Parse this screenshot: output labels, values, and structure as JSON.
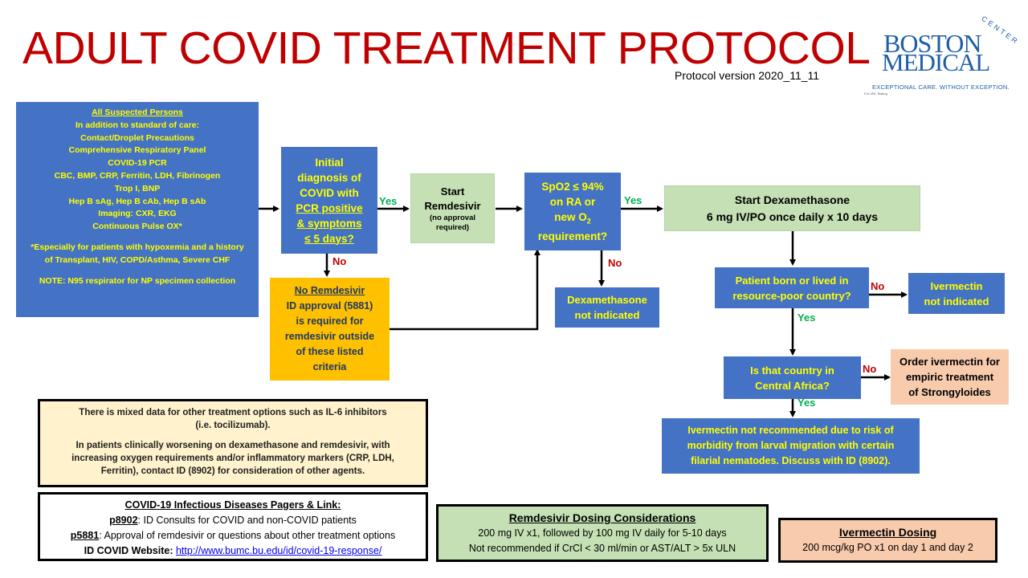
{
  "header": {
    "title": "ADULT COVID TREATMENT PROTOCOL",
    "version": "Protocol version 2020_11_11"
  },
  "logo": {
    "line1": "BOSTON",
    "line2": "MEDICAL",
    "arc": "CENTER",
    "tagline": "EXCEPTIONAL CARE. WITHOUT EXCEPTION.",
    "fine_print": "For URL Testing"
  },
  "suspected": {
    "heading": "All Suspected Persons",
    "lines": [
      "In addition to standard of care:",
      "Contact/Droplet Precautions",
      "Comprehensive Respiratory Panel",
      "COVID-19 PCR",
      "CBC, BMP, CRP, Ferritin, LDH, Fibrinogen",
      "Trop I, BNP",
      "Hep B sAg, Hep B cAb, Hep B sAb",
      "Imaging: CXR, EKG",
      "Continuous Pulse OX*"
    ],
    "especially": "*Especially for patients with hypoxemia and a history of Transplant, HIV, COPD/Asthma, Severe CHF",
    "note": "NOTE: N95 respirator for NP specimen collection"
  },
  "diagnosis": {
    "line1": "Initial",
    "line2": "diagnosis of",
    "line3": "COVID with",
    "line4": "PCR positive",
    "line5": "& symptoms",
    "line6": "≤ 5 days?"
  },
  "remdesivir_start": {
    "line1": "Start",
    "line2": "Remdesivir",
    "sub1": "(no approval",
    "sub2": "required)"
  },
  "spo2": {
    "line1": "SpO2 ≤ 94%",
    "line2": "on RA or",
    "line3a": "new O",
    "line3sub": "2",
    "line4": "requirement?"
  },
  "dexa_start": {
    "line1": "Start Dexamethasone",
    "line2": "6 mg IV/PO once daily x 10 days"
  },
  "no_remdesivir": {
    "heading": "No Remdesivir",
    "lines": [
      "ID approval (5881)",
      "is required for",
      "remdesivir outside",
      "of these listed",
      "criteria"
    ]
  },
  "dexa_not": {
    "line1": "Dexamethasone",
    "line2": "not indicated"
  },
  "resource_poor": {
    "line1": "Patient born or lived in",
    "line2": "resource-poor country?"
  },
  "ivermectin_not": {
    "line1": "Ivermectin",
    "line2": "not indicated"
  },
  "central_africa": {
    "line1": "Is that country in",
    "line2": "Central Africa?"
  },
  "order_ivermectin": {
    "line1": "Order ivermectin for",
    "line2": "empiric treatment",
    "line3": "of Strongyloides"
  },
  "ivermectin_not_recommended": {
    "line1": "Ivermectin not recommended due to risk of",
    "line2": "morbidity from larval migration with certain",
    "line3": "filarial nematodes. Discuss with ID (8902)."
  },
  "labels": {
    "yes": "Yes",
    "no": "No"
  },
  "mixed_data": {
    "p1a": "There is mixed data for other treatment options such as IL-6 inhibitors",
    "p1b": "(i.e. tocilizumab).",
    "p2a": "In patients clinically worsening on dexamethasone and remdesivir, with",
    "p2b": "increasing oxygen requirements and/or inflammatory markers (CRP, LDH,",
    "p2c": "Ferritin), contact ID (8902) for consideration of other agents."
  },
  "pagers": {
    "heading": "COVID-19 Infectious Diseases Pagers & Link:",
    "p1_code": "p8902",
    "p1_text": ": ID Consults for COVID and non-COVID patients",
    "p2_code": "p5881",
    "p2_text": ": Approval of remdesivir or questions about other treatment options",
    "web_label": "ID COVID Website: ",
    "web_url": "http://www.bumc.bu.edu/id/covid-19-response/"
  },
  "remdesivir_dosing": {
    "heading": "Remdesivir Dosing Considerations",
    "line1": "200 mg IV x1, followed by 100 mg IV daily for 5-10 days",
    "line2": "Not recommended if CrCl < 30 ml/min or AST/ALT > 5x ULN"
  },
  "ivermectin_dosing": {
    "heading": "Ivermectin Dosing",
    "line1": "200 mcg/kg PO x1 on day 1 and day 2"
  },
  "colors": {
    "title": "#c00000",
    "blue_box": "#4472c4",
    "green_box": "#c5e0b4",
    "orange_box": "#ffc000",
    "peach_box": "#f8cbad",
    "yes": "#00b050",
    "no": "#c00000",
    "info_bg": "#fff2cc"
  }
}
